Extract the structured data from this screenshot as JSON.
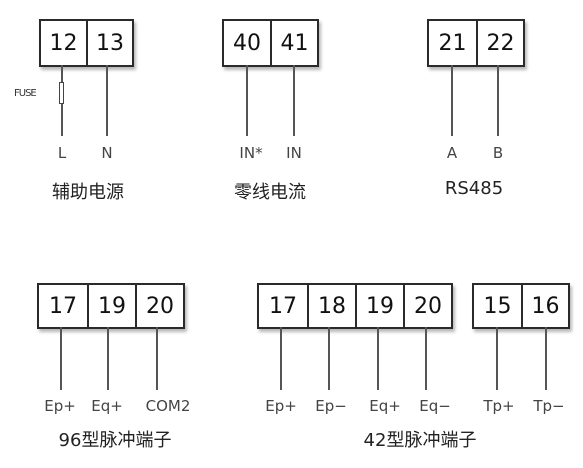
{
  "groups": {
    "aux_power": {
      "terminals": [
        "12",
        "13"
      ],
      "labels": [
        "L",
        "N"
      ],
      "caption": "辅助电源",
      "fuse_label": "FUSE"
    },
    "zero_current": {
      "terminals": [
        "40",
        "41"
      ],
      "labels": [
        "IN*",
        "IN"
      ],
      "caption": "零线电流"
    },
    "rs485": {
      "terminals": [
        "21",
        "22"
      ],
      "labels": [
        "A",
        "B"
      ],
      "caption": "RS485"
    },
    "pulse96": {
      "terminals": [
        "17",
        "19",
        "20"
      ],
      "labels": [
        "Ep+",
        "Eq+",
        "COM2"
      ],
      "caption": "96型脉冲端子"
    },
    "pulse42": {
      "terminals": [
        "17",
        "18",
        "19",
        "20"
      ],
      "labels": [
        "Ep+",
        "Ep−",
        "Eq+",
        "Eq−"
      ],
      "caption": "42型脉冲端子"
    },
    "pulse42_tp": {
      "terminals": [
        "15",
        "16"
      ],
      "labels": [
        "Tp+",
        "Tp−"
      ]
    }
  }
}
